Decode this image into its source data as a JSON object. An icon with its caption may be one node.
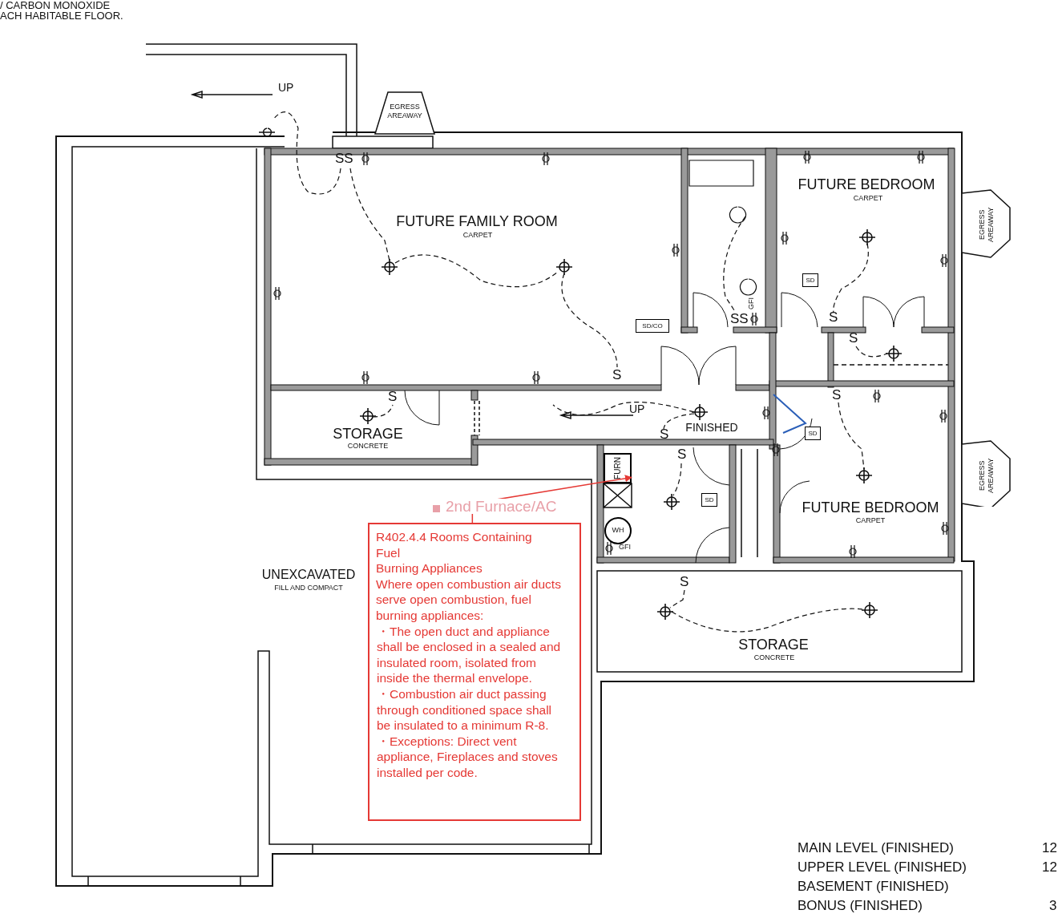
{
  "diagram": {
    "nodes": [
      {
        "text": [
          "EGRESS AREAWAY"
        ]
      },
      {
        "text": [
          "FUTURE FAMILY ROOM",
          "CARPET"
        ]
      },
      {
        "text": [
          "SD/CO"
        ],
        "in": 1
      },
      {
        "text": [
          "FUTURE BEDROOM",
          "CARPET"
        ]
      },
      {
        "text": [
          "SD"
        ],
        "in": 3
      },
      {
        "text": [
          "EGRESS AREAWAY"
        ]
      },
      {
        "text": [
          "STORAGE",
          "CONCRETE"
        ]
      },
      {
        "text": [
          "FINISHED"
        ]
      },
      {
        "text": [
          "FUTURE BEDROOM",
          "CARPET"
        ]
      },
      {
        "text": [
          "SD"
        ],
        "in": 8
      },
      {
        "text": [
          "EGRESS AREAWAY"
        ]
      },
      {
        "text": [
          "FURN"
        ]
      },
      {
        "text": [
          "SD"
        ]
      },
      {
        "text": [
          "WH"
        ]
      },
      {
        "text": [
          "R402.4.4 Rooms Containing Fuel",
          "Burning Appliances",
          "Where open combustion air ducts serve open combustion, fuel burning appliances:",
          "・The open duct and appliance shall be enclosed in a sealed and insulated room, isolated from inside the thermal envelope.",
          "・Combustion air duct passing through conditioned space shall be insulated to a minimum R-8.",
          "・Exceptions: Direct vent appliance, Fireplaces and stoves installed per code."
        ]
      },
      {
        "text": [
          "UNEXCAVATED",
          "FILL AND COMPACT"
        ]
      },
      {
        "text": [
          "STORAGE",
          "CONCRETE"
        ]
      }
    ],
    "edges": [
      {
        "from": 14,
        "to": 11,
        "arrow": "to",
        "color": "#e53935"
      }
    ],
    "labels": [
      "/ CARBON MONOXIDE",
      "ACH HABITABLE FLOOR.",
      "UP",
      "SS",
      "GFI",
      "SS",
      "S",
      "S",
      "S",
      "S",
      "S",
      "UP",
      "S",
      "S",
      "2nd Furnace/AC",
      "GFI",
      "S",
      "MAIN LEVEL (FINISHED)",
      "12",
      "UPPER LEVEL (FINISHED)",
      "12",
      "BASEMENT (FINISHED)",
      "BONUS (FINISHED)",
      "3"
    ]
  }
}
